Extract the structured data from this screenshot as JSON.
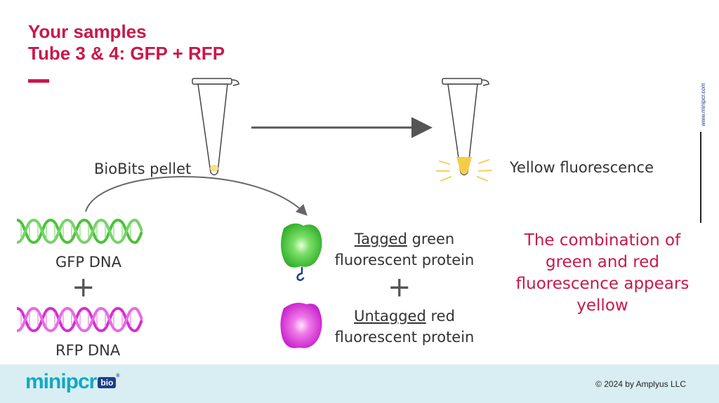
{
  "header": {
    "title_line1": "Your samples",
    "title_line2": "Tube 3 & 4: GFP + RFP",
    "accent_color": "#c8184a"
  },
  "side_url": "www.minipcr.com",
  "diagram": {
    "pellet_label": "BioBits pellet",
    "result_label": "Yellow fluorescence",
    "gfp_dna_label": "GFP DNA",
    "rfp_dna_label": "RFP DNA",
    "plus_symbol": "+",
    "tagged_word": "Tagged",
    "tagged_rest": " green",
    "tagged_line2": "fluorescent protein",
    "untagged_word": "Untagged",
    "untagged_rest": " red",
    "untagged_line2": "fluorescent protein",
    "callout": "The combination of green and red fluorescence appears yellow",
    "colors": {
      "gfp": "#4cc13a",
      "rfp": "#d32fd0",
      "yellow": "#f5d060"
    }
  },
  "footer": {
    "logo_text": "minipcr",
    "logo_badge": "bio",
    "logo_reg": "®",
    "copyright": "© 2024 by Amplyus LLC",
    "background": "#d8eef2"
  }
}
